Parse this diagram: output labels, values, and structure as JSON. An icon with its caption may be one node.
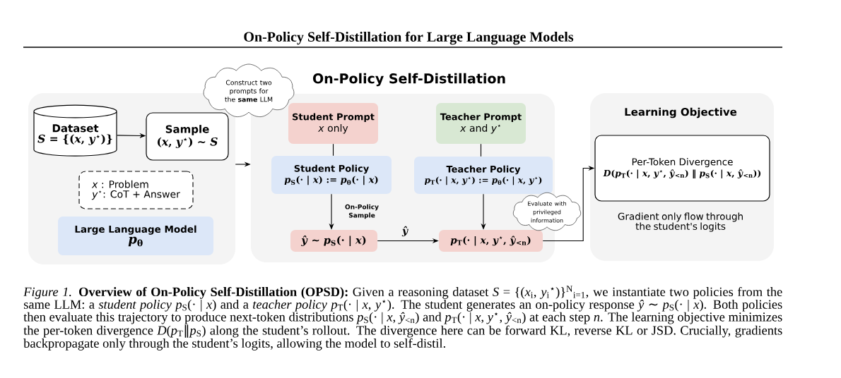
{
  "diagram": {
    "caption": "*Figure 1.* **Overview of On-Policy Self-Distillation (OPSD):** Given a reasoning dataset *S* = {(*x*$_{i}$, *y*$_{i}$$^{⋆}$)}$^{N}$$_{i=1}$, we instantiate two policies from the same LLM: a *student policy* *p*$_{S}$(· | *x*) and a *teacher policy* *p*$_{T}$(· | *x*, *y*$^{⋆}$). The student generates an on-policy response *ŷ* ∼ *p*$_{S}$(· | *x*). Both policies then evaluate this trajectory to produce next-token distributions *p*$_{S}$(· | *x*, *ŷ*$_{<n}$) and *p*$_{T}$(· | *x*, *y*$^{⋆}$, *ŷ*$_{<n}$) at each step *n*. The learning objective minimizes the per-token divergence *D*(*p*$_{T}$‖*p*$_{S}$) along the student’s rollout. The divergence here can be forward KL, reverse KL or JSD. Crucially, gradients backpropagate only through the student’s logits, allowing the model to self-distil.",
    "nodes": [
      {
        "text": [],
        "shape": "box"
      },
      {
        "text": [
          "Dataset",
          "*S* = {(*x*, *y*$^{⋆}$)}"
        ],
        "in": 0
      },
      {
        "text": [
          "Sample",
          "(*x*, *y*$^{⋆}$) ∼ *S*"
        ],
        "in": 0
      },
      {
        "text": [
          "*x* : Problem",
          "*y*$^{⋆}$: CoT + Answer"
        ],
        "in": 0
      },
      {
        "text": [
          "Large Language Model",
          "*p*$_{θ}$"
        ],
        "in": 0
      },
      {
        "text": [
          "Construct two prompts for the **same** LLM"
        ]
      },
      {
        "text": [
          "On-Policy Self-Distillation"
        ]
      },
      {
        "text": [
          "Student Prompt",
          "*x* only"
        ],
        "in": 6
      },
      {
        "text": [
          "Teacher Prompt",
          "*x* and *y*$^{⋆}$"
        ],
        "in": 6
      },
      {
        "text": [
          "Student Policy",
          "*p*$_{S}$(· | *x*) := *p*$_{θ}$(· | *x*)"
        ],
        "in": 6
      },
      {
        "text": [
          "Teacher Policy",
          "*p*$_{T}$(· | *x*, *y*$^{⋆}$) := *p*$_{θ}$(· | *x*, *y*$^{⋆}$)"
        ],
        "in": 6
      },
      {
        "text": [
          "*ŷ* ∼ *p*$_{S}$(· | *x*)"
        ],
        "in": 6
      },
      {
        "text": [
          "*p*$_{T}$(· | *x*, *y*$^{⋆}$, *ŷ*$_{<n}$)"
        ],
        "in": 6
      },
      {
        "text": [
          "Evaluate with privileged information"
        ]
      },
      {
        "text": [
          "Learning Objective",
          "Gradient only flow through the student's logits"
        ]
      },
      {
        "text": [
          "Per-Token Divergence",
          "*D*(*p*$_{T}$(· | *x*, *y*$^{⋆}$, *ŷ*$_{<n}$) ‖ *p*$_{S}$(· | *x*, *ŷ*$_{<n}$))"
        ],
        "in": 14
      }
    ],
    "edges": [
      {
        "from": 1,
        "to": 2,
        "arrow": "to"
      },
      {
        "from": 0,
        "to": 6,
        "arrow": "to"
      },
      {
        "from": 7,
        "to": 9,
        "arrow": "none"
      },
      {
        "from": 8,
        "to": 10,
        "arrow": "none"
      },
      {
        "from": 9,
        "to": 11,
        "arrow": "to",
        "label": "On-Policy Sample"
      },
      {
        "from": 10,
        "to": 12,
        "arrow": "to"
      },
      {
        "from": 11,
        "to": 12,
        "arrow": "to",
        "label": "ŷ"
      },
      {
        "from": 12,
        "to": 15,
        "arrow": "to"
      }
    ],
    "labels": [
      "On-Policy Self-Distillation for Large Language Models"
    ]
  }
}
